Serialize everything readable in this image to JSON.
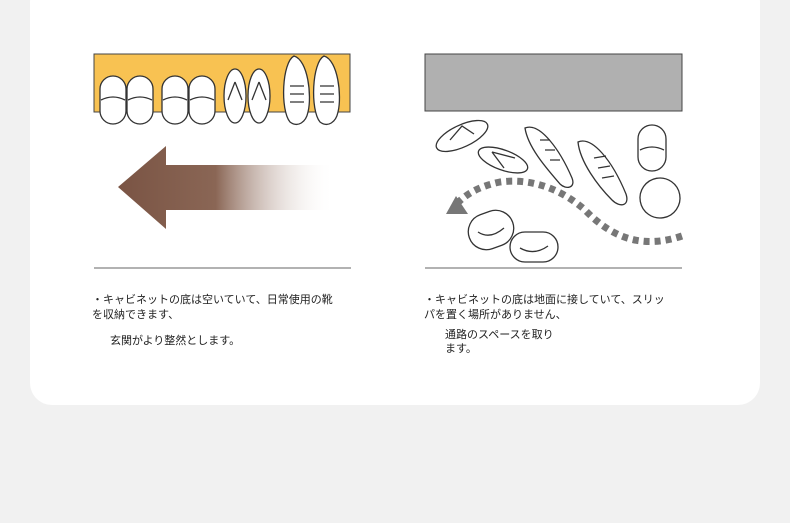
{
  "left": {
    "caption_line1": "・キャビネットの底は空いていて、日常使用の靴",
    "caption_line2": "を収納できます、",
    "caption_line3": "玄関がより整然とします。",
    "cabinet_color": "#f8c252",
    "arrow_color": "#7a5444"
  },
  "right": {
    "caption_line1": "・キャビネットの底は地面に接していて、スリッ",
    "caption_line2": "パを置く場所がありません、",
    "caption_line3": "通路のスペースを取り",
    "caption_line4": "ます。",
    "cabinet_color": "#b0b0b0",
    "dash_color": "#777777"
  }
}
